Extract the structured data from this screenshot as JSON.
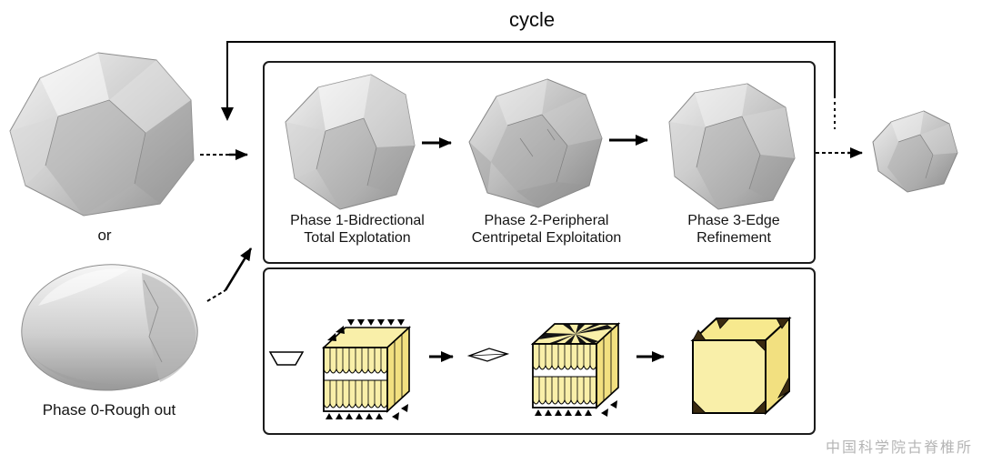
{
  "labels": {
    "cycle": "cycle",
    "or": "or",
    "phase0": "Phase 0-Rough out"
  },
  "phases": [
    {
      "line1": "Phase 1-Bidrectional",
      "line2": "Total Explotation"
    },
    {
      "line1": "Phase 2-Peripheral",
      "line2": "Centripetal Exploitation"
    },
    {
      "line1": "Phase 3-Edge",
      "line2": "Refinement"
    }
  ],
  "watermark": {
    "text": "中国科学院古脊椎所"
  },
  "colors": {
    "cube_yellow": "#F9EFA9",
    "cube_yellow_side": "#F2E080",
    "cube_yellow_top": "#F7E98E",
    "notch_brown": "#3A2A10",
    "outline": "#000000",
    "watermark_gray": "#B5B5B5"
  }
}
